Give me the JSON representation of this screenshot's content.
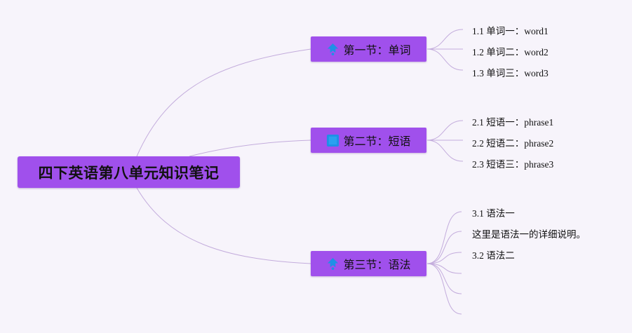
{
  "root": {
    "label": "四下英语第八单元知识笔记"
  },
  "colors": {
    "node": "#a050ec",
    "line": "#c3acdc",
    "icon": "#1e90e6",
    "background": "#f7f4fb"
  },
  "sections": [
    {
      "label": "第一节：单词",
      "icon": "person-up-icon",
      "items": [
        "1.1 单词一：word1",
        "1.2 单词二：word2",
        "1.3 单词三：word3"
      ]
    },
    {
      "label": "第二节：短语",
      "icon": "square-icon",
      "items": [
        "2.1 短语一：phrase1",
        "2.2 短语二：phrase2",
        "2.3 短语三：phrase3"
      ]
    },
    {
      "label": "第三节：语法",
      "icon": "person-up-icon",
      "items": [
        "3.1 语法一",
        "这里是语法一的详细说明。",
        "3.2 语法二",
        "",
        "",
        ""
      ]
    }
  ]
}
